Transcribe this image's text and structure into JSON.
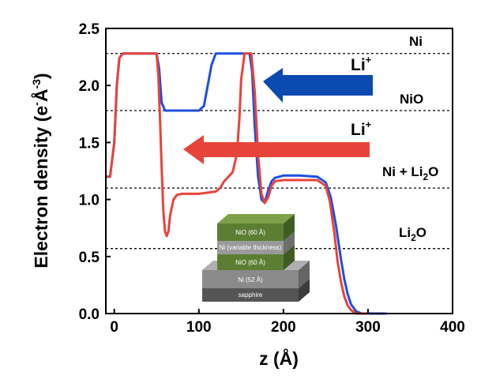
{
  "chart_data": {
    "type": "line",
    "xlabel": "z (Å)",
    "ylabel_main": "Electron density (e",
    "ylabel_sup1": "-",
    "ylabel_mid": "Å",
    "ylabel_sup2": "-3",
    "ylabel_end": ")",
    "xlim": [
      -10,
      400
    ],
    "ylim": [
      0,
      2.5
    ],
    "xticks": [
      0,
      100,
      200,
      300,
      400
    ],
    "yticks": [
      0.0,
      0.5,
      1.0,
      1.5,
      2.0,
      2.5
    ],
    "ytick_labels": [
      "0.0",
      "0.5",
      "1.0",
      "1.5",
      "2.0",
      "2.5"
    ],
    "reference_lines": [
      {
        "label": "Ni",
        "y": 2.28
      },
      {
        "label": "NiO",
        "y": 1.78
      },
      {
        "label_main": "Ni + Li",
        "label_sub": "2",
        "label_end": "O",
        "y": 1.1
      },
      {
        "label_main": "Li",
        "label_sub": "2",
        "label_end": "O",
        "y": 0.57
      }
    ],
    "series": [
      {
        "color": "#1f4fe0",
        "x": [
          -10,
          -5,
          0,
          3,
          6,
          10,
          20,
          40,
          50,
          53,
          56,
          60,
          80,
          100,
          106,
          110,
          115,
          120,
          130,
          150,
          160,
          163,
          166,
          170,
          174,
          178,
          182,
          186,
          190,
          200,
          220,
          240,
          250,
          256,
          262,
          268,
          272,
          276,
          280,
          286,
          292,
          300,
          310,
          322
        ],
        "y": [
          1.2,
          1.2,
          1.5,
          2.0,
          2.24,
          2.28,
          2.28,
          2.28,
          2.28,
          2.15,
          1.85,
          1.78,
          1.78,
          1.78,
          1.82,
          1.98,
          2.18,
          2.28,
          2.28,
          2.28,
          2.28,
          2.12,
          1.65,
          1.2,
          1.0,
          0.97,
          1.08,
          1.16,
          1.19,
          1.21,
          1.21,
          1.2,
          1.15,
          1.02,
          0.78,
          0.48,
          0.3,
          0.17,
          0.08,
          0.02,
          0.0,
          0.0,
          0.0,
          0.0
        ]
      },
      {
        "color": "#e8433a",
        "x": [
          -10,
          -5,
          0,
          3,
          6,
          10,
          20,
          40,
          50,
          52,
          54,
          56,
          58,
          60,
          62,
          64,
          66,
          70,
          74,
          80,
          100,
          120,
          125,
          130,
          135,
          140,
          145,
          148,
          150,
          154,
          158,
          162,
          166,
          170,
          174,
          178,
          182,
          186,
          190,
          200,
          220,
          240,
          250,
          255,
          260,
          264,
          268,
          272,
          276,
          280,
          286,
          292,
          300
        ],
        "y": [
          1.2,
          1.2,
          1.5,
          2.0,
          2.24,
          2.28,
          2.28,
          2.28,
          2.28,
          2.1,
          1.72,
          1.28,
          0.9,
          0.72,
          0.68,
          0.72,
          0.86,
          1.0,
          1.04,
          1.05,
          1.05,
          1.07,
          1.1,
          1.16,
          1.2,
          1.24,
          1.4,
          1.72,
          2.05,
          2.28,
          2.28,
          2.28,
          1.95,
          1.4,
          1.05,
          0.97,
          1.02,
          1.12,
          1.16,
          1.17,
          1.17,
          1.17,
          1.12,
          0.98,
          0.72,
          0.46,
          0.28,
          0.15,
          0.07,
          0.03,
          0.0,
          0.0,
          0.0
        ]
      }
    ],
    "arrows": [
      {
        "label": "Li",
        "sup": "+",
        "color": "#0a4ab0"
      },
      {
        "label": "Li",
        "sup": "+",
        "color": "#e8433a"
      }
    ],
    "inset_layers": [
      {
        "label": "NiO (60 Å)",
        "color": "#5c7e33"
      },
      {
        "label": "Ni (variable thickness)",
        "color": "#8c8c8c"
      },
      {
        "label": "NiO (60 Å)",
        "color": "#5c7e33"
      },
      {
        "label": "Ni (52 Å)",
        "color": "#7a7a7a"
      },
      {
        "label": "sapphire",
        "color": "#555555"
      }
    ]
  }
}
